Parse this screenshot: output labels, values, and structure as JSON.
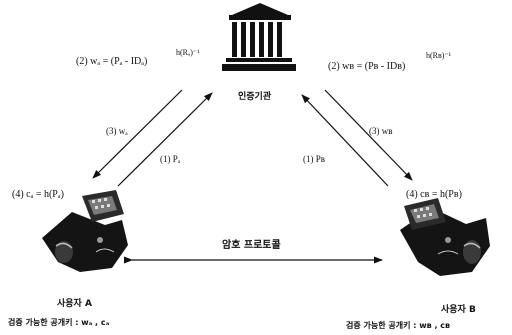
{
  "authority": {
    "icon": "bank-building-icon",
    "label": "인증기관"
  },
  "formulas": {
    "wa": "(2)  wₐ = (Pₐ - IDₐ)",
    "wa_exp": "h(Rₐ)⁻¹",
    "wb": "(2)  wʙ = (Pʙ - IDʙ)",
    "wb_exp": "h(Rʙ)⁻¹"
  },
  "arrows": {
    "left_down": "(3)  wₐ",
    "left_up": "(1)  Pₐ",
    "right_down": "(3)  wʙ",
    "right_up": "(1)  Pʙ",
    "middle": "암호 프로토콜"
  },
  "user_a": {
    "icon": "computer-user-icon",
    "cert": "(4)  cₐ = h(Pₐ)",
    "name": "사용자 A",
    "keys": "검증 가능한 공개키 :  wₐ ,  cₐ"
  },
  "user_b": {
    "icon": "computer-user-icon",
    "cert": "(4)  cʙ = h(Pʙ)",
    "name": "사용자 B",
    "keys": "검증 가능한 공개키 :  wʙ ,  cʙ"
  }
}
